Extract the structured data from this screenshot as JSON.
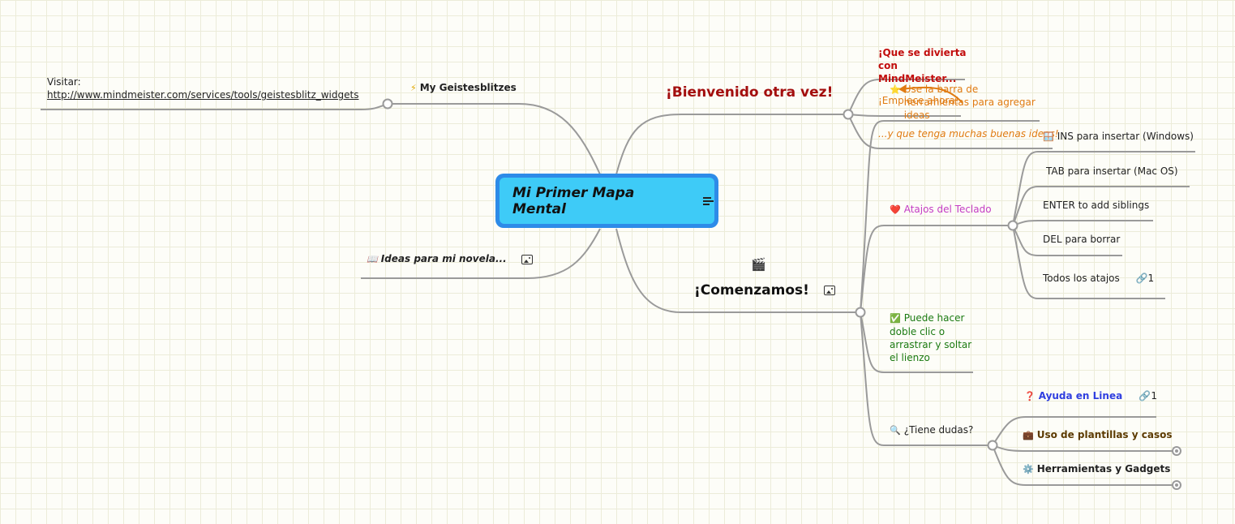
{
  "map": {
    "central": {
      "title": "Mi Primer Mapa Mental",
      "notes_icon": "notes-icon"
    },
    "left": {
      "geistesblitzes": {
        "icon": "⚡",
        "label": "My Geistesblitzes",
        "child_prefix": "Visitar:",
        "child_link": "http://www.mindmeister.com/services/tools/geistesblitz_widgets"
      },
      "novela": {
        "icon": "📖",
        "label": "Ideas para mi novela...",
        "attachment_icon": "image-icon"
      }
    },
    "bienvenido": {
      "label": "¡Bienvenido otra vez!",
      "children": {
        "diviertase": "¡Que se divierta con MindMeister...",
        "empiece": "¡Empiece ahora!",
        "toolbar_tip": "Use la barra de herramientas para agregar ideas",
        "toolbar_icon": "⭐",
        "buenas_ideas": "...y que tenga muchas buenas ideas!"
      }
    },
    "comenzamos": {
      "icon": "🎬",
      "label": "¡Comenzamos!",
      "attachment_icon": "image-icon",
      "atajos": {
        "icon": "❤️",
        "label": "Atajos del Teclado",
        "items": [
          {
            "icon": "🪟",
            "label": "INS para insertar (Windows)"
          },
          {
            "icon": "",
            "label": "TAB para insertar (Mac OS)"
          },
          {
            "icon": "",
            "label": "ENTER to add siblings"
          },
          {
            "icon": "",
            "label": "DEL para borrar"
          },
          {
            "icon": "",
            "label": "Todos los atajos",
            "link_count": "1"
          }
        ]
      },
      "doble_clic": {
        "icon": "✅",
        "line1": "Puede hacer",
        "line2": "doble clic o",
        "line3": "arrastrar y soltar",
        "line4": "el lienzo"
      },
      "dudas": {
        "icon": "🔍",
        "label": "¿Tiene dudas?",
        "items": [
          {
            "icon": "❓",
            "label": "Ayuda en Linea",
            "link_count": "1"
          },
          {
            "icon": "💼",
            "label": "Uso de plantillas y casos"
          },
          {
            "icon": "⚙️",
            "label": "Herramientas y Gadgets"
          }
        ]
      }
    }
  },
  "colors": {
    "line": "#999999",
    "central_border": "#2d8be8",
    "central_fill": "#3ecbf7",
    "bienvenido": "#a30e0e",
    "orange": "#e07b12",
    "pink": "#c43cc4",
    "green": "#1b7a12",
    "blue": "#2f3ee0",
    "brown": "#5c3a00"
  }
}
